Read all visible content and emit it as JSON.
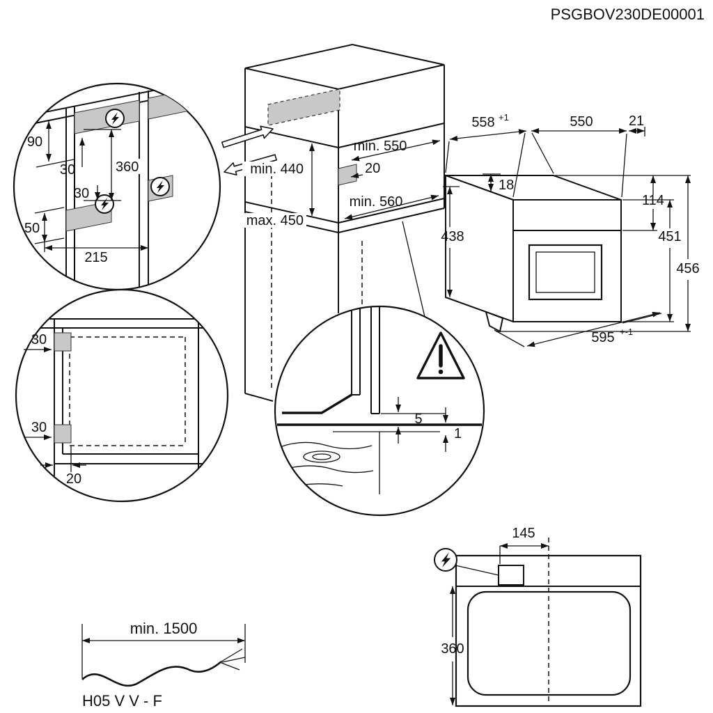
{
  "header": {
    "code": "PSGBOV230DE00001"
  },
  "corner_detail": {
    "d90": "90",
    "d30_top": "30",
    "d360": "360",
    "d30_mid": "30",
    "d50": "50",
    "d215": "215"
  },
  "niche": {
    "min_550": "min. 550",
    "d20": "20",
    "min_440": "min. 440",
    "max_450": "max. 450",
    "min_560": "min. 560"
  },
  "oven": {
    "d558": "558",
    "d558_tol": "+1",
    "d550": "550",
    "d21": "21",
    "d18": "18",
    "d114": "114",
    "d438": "438",
    "d451": "451",
    "d456": "456",
    "d595": "595",
    "d595_tol": "+-1"
  },
  "front_detail": {
    "d30_top": "30",
    "d30_bottom": "30",
    "d20": "20"
  },
  "gap_detail": {
    "d5": "5",
    "d1": "1"
  },
  "top_view": {
    "d145": "145",
    "d360": "360"
  },
  "cable": {
    "min_length": "min. 1500",
    "type": "H05 V V - F"
  },
  "icons": {
    "power": "lightning-bolt-in-circle",
    "warning": "exclamation-triangle"
  },
  "colors": {
    "line": "#111111",
    "connection_pad": "#c8c8c8",
    "background": "#ffffff"
  }
}
